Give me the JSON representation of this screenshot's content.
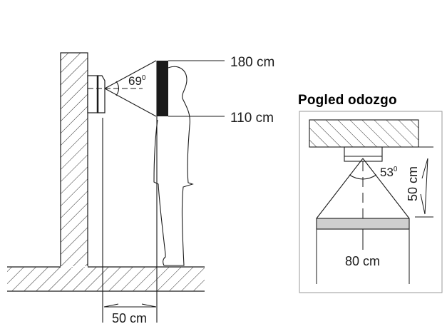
{
  "side_view": {
    "angle_label": "69",
    "angle_unit": "0",
    "top_height_label": "180 cm",
    "bottom_height_label": "110 cm",
    "distance_label": "50 cm"
  },
  "top_view": {
    "title": "Pogled odozgo",
    "angle_label": "53",
    "angle_unit": "0",
    "depth_label": "50 cm",
    "width_label": "80 cm"
  },
  "colors": {
    "line": "#1a1a1a",
    "hatch": "#2a2a2a",
    "screen_fill": "#1a1a1a",
    "zone_fill": "#cfcfcf",
    "frame": "#9a9a9a"
  }
}
